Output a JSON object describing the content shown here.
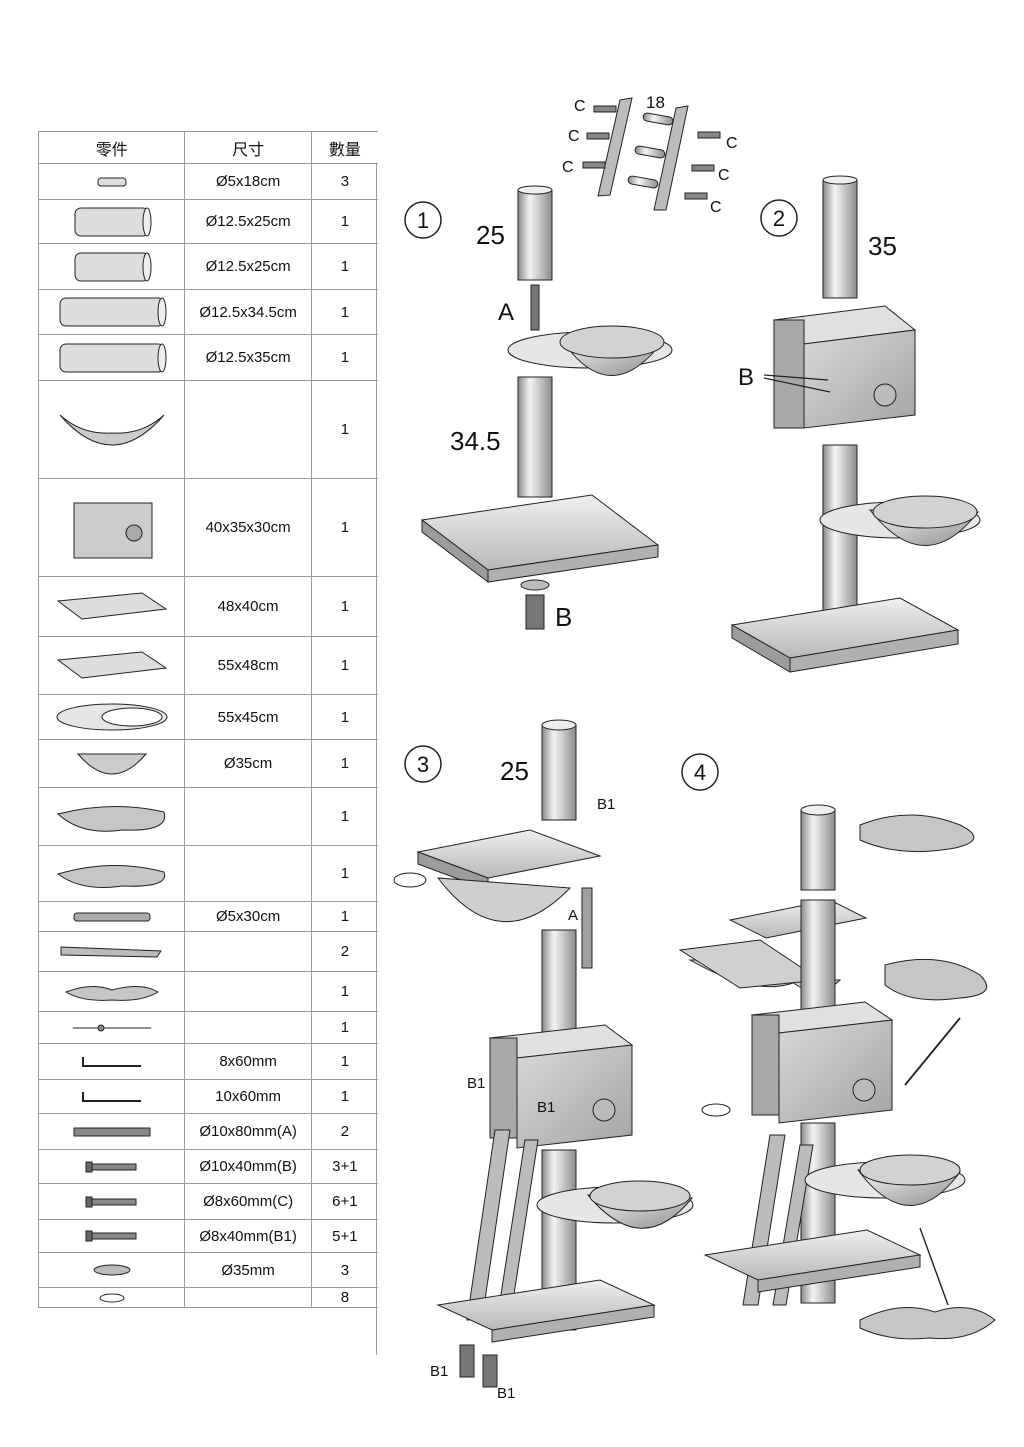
{
  "table": {
    "headers": [
      "零件",
      "尺寸",
      "數量"
    ],
    "rows": [
      {
        "icon": "small-tube-icon",
        "size": "Ø5x18cm",
        "qty": "3"
      },
      {
        "icon": "post-icon",
        "size": "Ø12.5x25cm",
        "qty": "1"
      },
      {
        "icon": "post-icon",
        "size": "Ø12.5x25cm",
        "qty": "1"
      },
      {
        "icon": "long-post-icon",
        "size": "Ø12.5x34.5cm",
        "qty": "1"
      },
      {
        "icon": "long-post-icon",
        "size": "Ø12.5x35cm",
        "qty": "1"
      },
      {
        "icon": "hammock-icon",
        "size": "",
        "qty": "1"
      },
      {
        "icon": "cat-house-box-icon",
        "size": "40x35x30cm",
        "qty": "1"
      },
      {
        "icon": "platform-board-icon",
        "size": "48x40cm",
        "qty": "1"
      },
      {
        "icon": "platform-board-icon",
        "size": "55x48cm",
        "qty": "1"
      },
      {
        "icon": "oval-ring-platform-icon",
        "size": "55x45cm",
        "qty": "1"
      },
      {
        "icon": "bowl-icon",
        "size": "Ø35cm",
        "qty": "1"
      },
      {
        "icon": "plush-pad-with-hole-icon",
        "size": "",
        "qty": "1"
      },
      {
        "icon": "plush-pad-icon",
        "size": "",
        "qty": "1"
      },
      {
        "icon": "sisal-rope-icon",
        "size": "Ø5x30cm",
        "qty": "1"
      },
      {
        "icon": "ladder-rail-icon",
        "size": "",
        "qty": "2"
      },
      {
        "icon": "bowl-cushion-icon",
        "size": "",
        "qty": "1"
      },
      {
        "icon": "feather-toy-icon",
        "size": "",
        "qty": "1"
      },
      {
        "icon": "allen-key-icon",
        "size": "8x60mm",
        "qty": "1"
      },
      {
        "icon": "allen-key-icon",
        "size": "10x60mm",
        "qty": "1"
      },
      {
        "icon": "double-bolt-icon",
        "size": "Ø10x80mm(A)",
        "qty": "2"
      },
      {
        "icon": "bolt-icon",
        "size": "Ø10x40mm(B)",
        "qty": "3+1"
      },
      {
        "icon": "bolt-icon",
        "size": "Ø8x60mm(C)",
        "qty": "6+1"
      },
      {
        "icon": "bolt-icon",
        "size": "Ø8x40mm(B1)",
        "qty": "5+1"
      },
      {
        "icon": "washer-icon",
        "size": "Ø35mm",
        "qty": "3"
      },
      {
        "icon": "cap-icon",
        "size": "",
        "qty": "8"
      }
    ]
  },
  "steps": [
    "1",
    "2",
    "3",
    "4"
  ],
  "labels": {
    "len18": "18",
    "len25": "25",
    "len34_5": "34.5",
    "len35": "35",
    "len25b": "25",
    "A": "A",
    "B": "B",
    "C": "C",
    "B1": "B1"
  },
  "colors": {
    "line": "#222222",
    "fill_light": "#e6e6e6",
    "fill_mid": "#c9c9c9",
    "fill_dark": "#9d9d9d"
  }
}
